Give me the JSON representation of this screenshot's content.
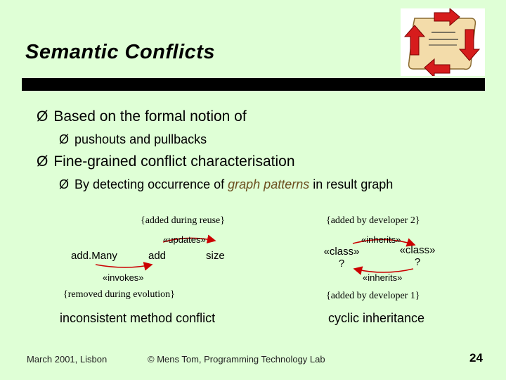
{
  "slide": {
    "title": "Semantic Conflicts",
    "bullets": [
      {
        "text": "Based on the formal notion of"
      },
      {
        "text": "pushouts and pullbacks"
      },
      {
        "text": "Fine-grained conflict characterisation"
      },
      {
        "pre": "By detecting occurrence of ",
        "em": "graph patterns",
        "post": " in result graph"
      }
    ],
    "bullet_glyph": "Ø"
  },
  "diagram_left": {
    "added_label": "{added during reuse}",
    "updates_label": "«updates»",
    "invokes_label": "«invokes»",
    "removed_label": "{removed during evolution}",
    "node_addmany": "add.Many",
    "node_add": "add",
    "node_size": "size",
    "caption": "inconsistent method conflict"
  },
  "diagram_right": {
    "added_top_label": "{added by developer 2}",
    "inherits_top": "«inherits»",
    "inherits_bottom": "«inherits»",
    "class1_label": "«class»",
    "class1_name": "?",
    "class2_label": "«class»",
    "class2_name": "?",
    "added_bottom_label": "{added by developer 1}",
    "caption": "cyclic inheritance"
  },
  "footer": {
    "left": "March 2001, Lisbon",
    "center": "© Mens Tom, Programming Technology Lab",
    "page": "24"
  },
  "colors": {
    "background": "#dfffd6",
    "emphasis": "#6b4e1e",
    "arrow": "#cc0000",
    "bar": "#000000"
  }
}
